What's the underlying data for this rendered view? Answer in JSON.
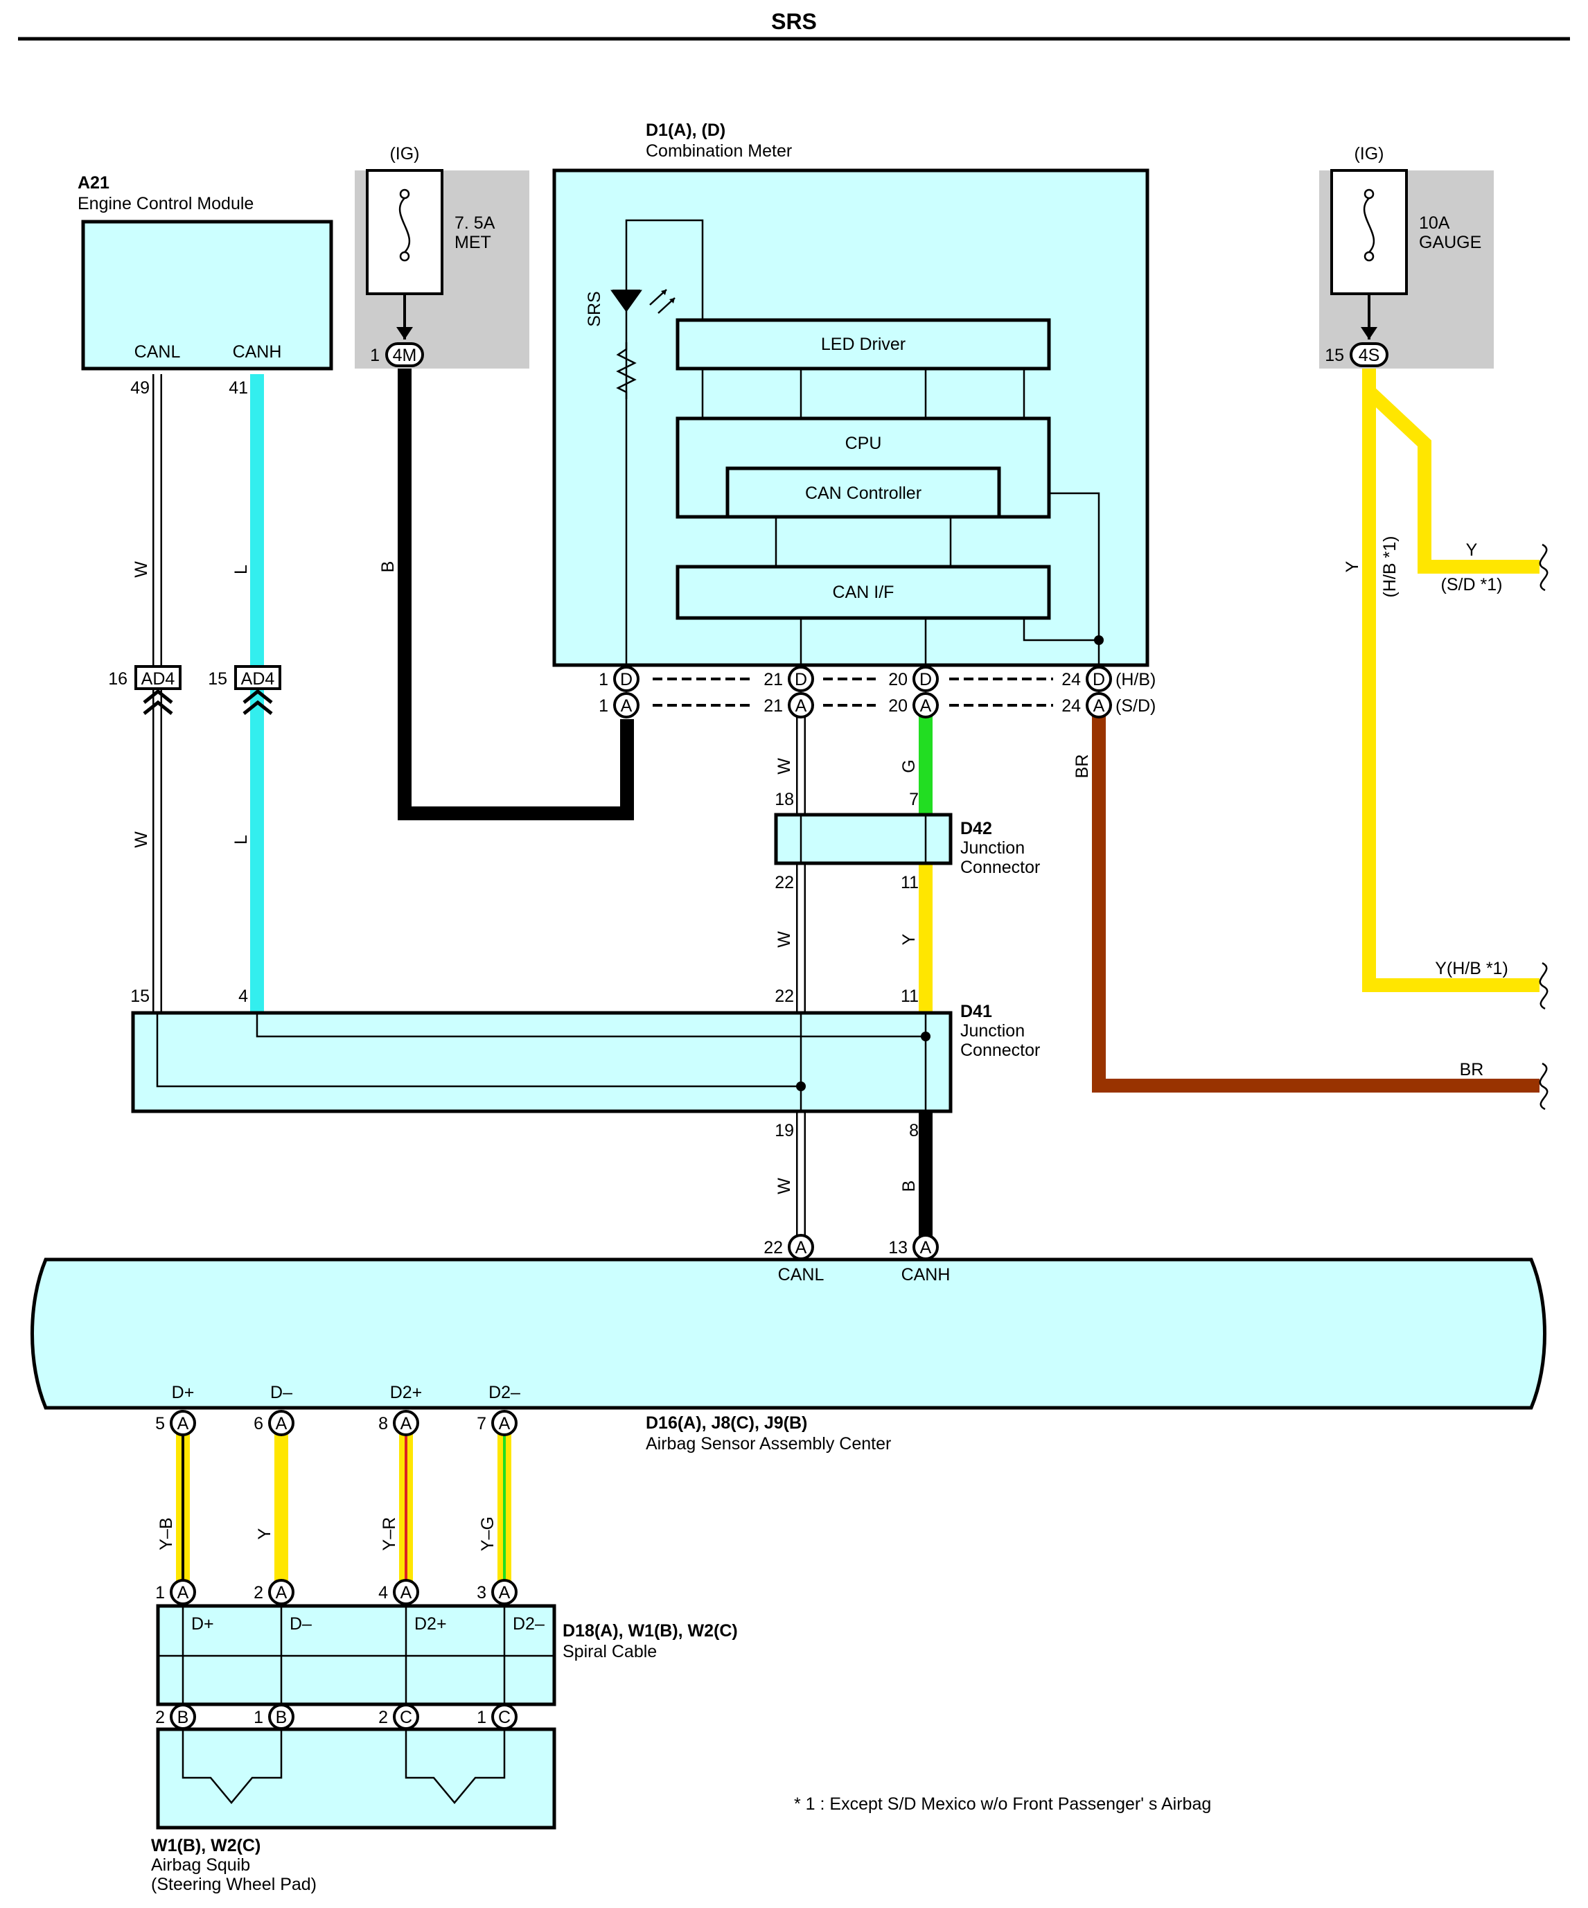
{
  "title": "SRS",
  "colors": {
    "module_fill": "#ccffff",
    "fuse_fill": "#cccccc",
    "wire_white": "#ffffff",
    "wire_blue": "#33eeee",
    "wire_black": "#000000",
    "wire_green": "#22dd22",
    "wire_yellow": "#ffe600",
    "wire_brown": "#993300",
    "wire_red": "#dd2222"
  },
  "fuses": {
    "met": {
      "supply": "(IG)",
      "rating": "7. 5A",
      "name": "MET",
      "pin": "1",
      "connector": "4M"
    },
    "gauge": {
      "supply": "(IG)",
      "rating": "10A",
      "name": "GAUGE",
      "pin": "15",
      "connector": "4S"
    }
  },
  "ecm": {
    "code": "A21",
    "name": "Engine Control Module",
    "canl_label": "CANL",
    "canh_label": "CANH",
    "canl_pin": "49",
    "canh_pin": "41"
  },
  "meter": {
    "code": "D1(A), (D)",
    "name": "Combination Meter",
    "srs_label": "SRS",
    "blocks": {
      "led_driver": "LED Driver",
      "cpu": "CPU",
      "can_controller": "CAN Controller",
      "can_if": "CAN I/F"
    },
    "pins": {
      "p1": "1",
      "p21": "21",
      "p20": "20",
      "p24": "24",
      "conn_d": "D",
      "conn_a": "A",
      "hb": "(H/B)",
      "sd": "(S/D)"
    }
  },
  "ad4": {
    "code": "AD4",
    "pin_w": "16",
    "pin_l": "15"
  },
  "wires": {
    "w": "W",
    "l": "L",
    "b": "B",
    "g": "G",
    "y": "Y",
    "br": "BR",
    "yb": "Y–B",
    "yr": "Y–R",
    "yg": "Y–G",
    "y_hb": "(H/B *1)",
    "y_right": "Y",
    "y_right_note": "(S/D *1)",
    "y_hb_right": "Y(H/B *1)",
    "br_right": "BR"
  },
  "d42": {
    "code": "D42",
    "name_1": "Junction",
    "name_2": "Connector",
    "pin_18": "18",
    "pin_7": "7",
    "pin_22": "22",
    "pin_11": "11"
  },
  "d41": {
    "code": "D41",
    "name_1": "Junction",
    "name_2": "Connector",
    "pin_15": "15",
    "pin_4": "4",
    "pin_22": "22",
    "pin_11": "11",
    "pin_19": "19",
    "pin_8": "8"
  },
  "airbag_center": {
    "code": "D16(A), J8(C), J9(B)",
    "name": "Airbag Sensor Assembly Center",
    "canl_pin": "22",
    "canh_pin": "13",
    "conn": "A",
    "canl_label": "CANL",
    "canh_label": "CANH",
    "dplus": "D+",
    "dminus": "D–",
    "d2plus": "D2+",
    "d2minus": "D2–",
    "pins": [
      "5",
      "6",
      "8",
      "7"
    ]
  },
  "spiral": {
    "code": "D18(A), W1(B), W2(C)",
    "name": "Spiral Cable",
    "top_pins": [
      "1",
      "2",
      "4",
      "3"
    ],
    "bottom_pins": [
      "2",
      "1",
      "2",
      "1"
    ],
    "bottom_conns": [
      "B",
      "B",
      "C",
      "C"
    ],
    "labels": [
      "D+",
      "D–",
      "D2+",
      "D2–"
    ]
  },
  "squib": {
    "code": "W1(B), W2(C)",
    "name_1": "Airbag Squib",
    "name_2": "(Steering Wheel Pad)"
  },
  "footnote": "* 1 : Except S/D Mexico w/o Front Passenger' s Airbag"
}
